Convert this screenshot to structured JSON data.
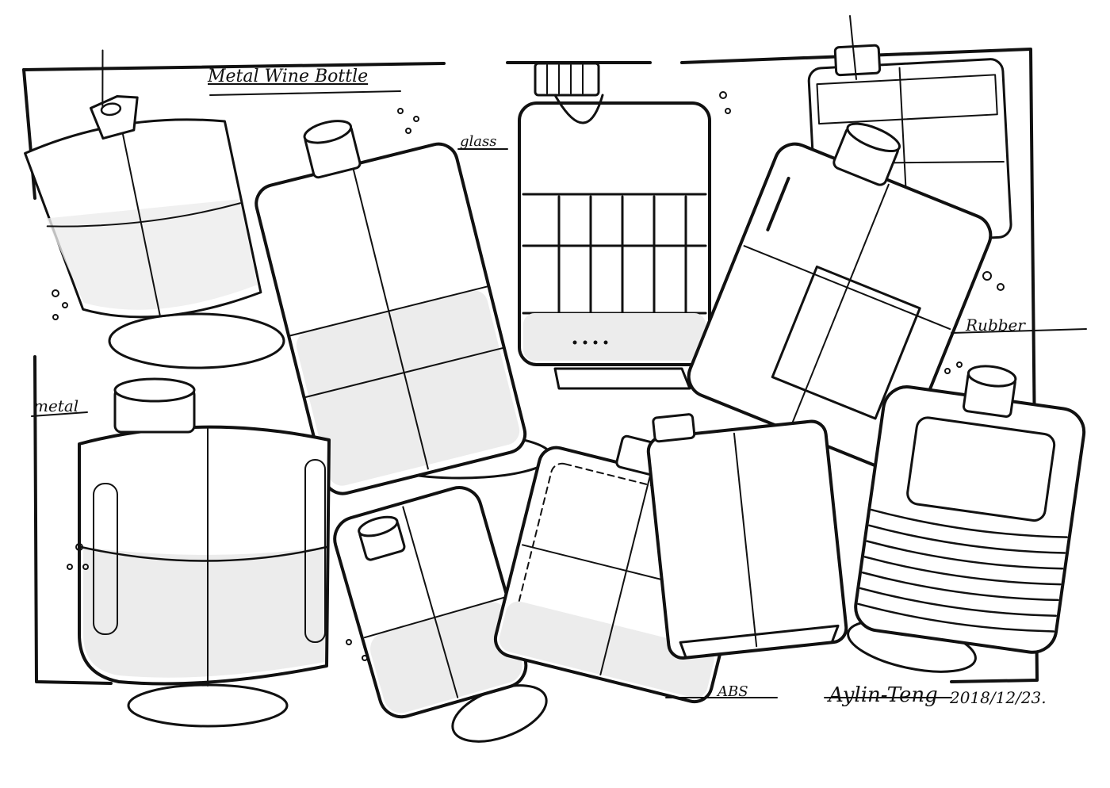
{
  "annotations": {
    "title": "Metal Wine Bottle",
    "glass": "glass",
    "metal": "metal",
    "rubber": "Rubber",
    "arrow_note": "ABS"
  },
  "signature": {
    "name": "Aylin-Teng",
    "date": "2018/12/23."
  },
  "colors": {
    "ink": "#111111",
    "paper": "#ffffff",
    "shade": "#ececec"
  }
}
